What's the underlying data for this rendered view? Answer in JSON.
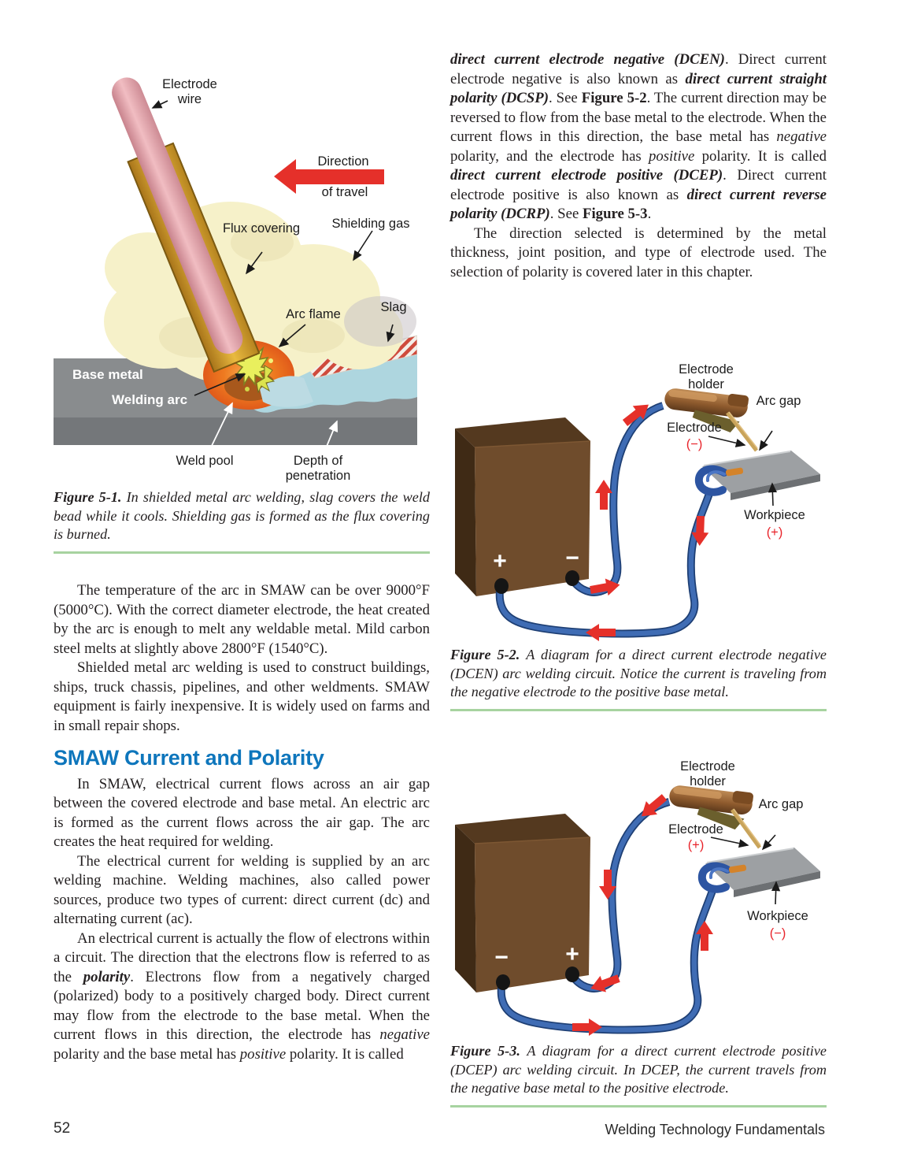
{
  "colors": {
    "heading_blue": "#0e76bc",
    "rule_green": "#a7d3a0",
    "label_red": "#e8242b",
    "arrow_red": "#e5302a",
    "text": "#231f20"
  },
  "left_column": {
    "para1": "The temperature of the arc in SMAW can be over 9000°F (5000°C). With the correct diameter electrode, the heat created by the arc is enough to melt any weldable metal. Mild carbon steel melts at slightly above 2800°F (1540°C).",
    "para2": "Shielded metal arc welding is used to construct buildings, ships, truck chassis, pipelines, and other weldments. SMAW equipment is fairly inexpensive. It is widely used on farms and in small repair shops.",
    "heading": "SMAW Current and Polarity",
    "para3": "In SMAW, electrical current flows across an air gap between the covered electrode and base metal. An electric arc is formed as the current flows across the air gap. The arc creates the heat required for welding.",
    "para4": "The electrical current for welding is supplied by an arc welding machine. Welding machines, also called power sources, produce two types of current: direct current (dc) and alternating current (ac).",
    "para5": [
      {
        "s": "n",
        "t": "An electrical current is actually the flow of electrons within a circuit. The direction that the electrons flow is referred to as the "
      },
      {
        "s": "bi",
        "t": "polarity"
      },
      {
        "s": "n",
        "t": ". Electrons flow from a negatively charged (polarized) body to a positively charged body. Direct current may flow from the electrode to the base metal. When the current flows in this direction, the electrode has "
      },
      {
        "s": "i",
        "t": "negative"
      },
      {
        "s": "n",
        "t": " polarity and the base metal has "
      },
      {
        "s": "i",
        "t": "positive"
      },
      {
        "s": "n",
        "t": " polarity. It is called"
      }
    ]
  },
  "right_column": {
    "para1": [
      {
        "s": "bi",
        "t": "direct current electrode negative (DCEN)"
      },
      {
        "s": "n",
        "t": ". Direct current electrode negative is also known as "
      },
      {
        "s": "bi",
        "t": "direct current straight polarity (DCSP)"
      },
      {
        "s": "n",
        "t": ". See "
      },
      {
        "s": "b",
        "t": "Figure 5-2"
      },
      {
        "s": "n",
        "t": ". The current direction may be reversed to flow from the base metal to the electrode. When the current flows in this direction, the base metal has "
      },
      {
        "s": "i",
        "t": "negative"
      },
      {
        "s": "n",
        "t": " polarity, and the electrode has "
      },
      {
        "s": "i",
        "t": "positive"
      },
      {
        "s": "n",
        "t": " polarity. It is called "
      },
      {
        "s": "bi",
        "t": "direct current electrode positive (DCEP)"
      },
      {
        "s": "n",
        "t": ". Direct current electrode positive is also known as "
      },
      {
        "s": "bi",
        "t": "direct current reverse polarity (DCRP)"
      },
      {
        "s": "n",
        "t": ". See "
      },
      {
        "s": "b",
        "t": "Figure 5-3"
      },
      {
        "s": "n",
        "t": "."
      }
    ],
    "para2": "The direction selected is determined by the metal thickness, joint position, and type of electrode used. The selection of polarity is covered later in this chapter."
  },
  "figure1": {
    "labels": {
      "electrode_wire": "Electrode wire",
      "direction": "Direction",
      "of_travel": "of travel",
      "flux_covering": "Flux covering",
      "shielding_gas": "Shielding gas",
      "arc_flame": "Arc flame",
      "slag": "Slag",
      "base_metal": "Base metal",
      "welding_arc": "Welding arc",
      "weld_pool": "Weld pool",
      "depth_of_penetration": "Depth of penetration"
    },
    "caption": [
      {
        "s": "bi",
        "t": "Figure 5-1. "
      },
      {
        "s": "i",
        "t": "In shielded metal arc welding, slag covers the weld bead while it cools. Shielding gas is formed as the flux covering is burned."
      }
    ]
  },
  "figure2": {
    "labels": {
      "electrode_holder": "Electrode holder",
      "arc_gap": "Arc gap",
      "electrode": "Electrode",
      "electrode_polarity": "(−)",
      "workpiece": "Workpiece",
      "workpiece_polarity": "(+)",
      "terminal_left": "+",
      "terminal_right": "−"
    },
    "caption": [
      {
        "s": "bi",
        "t": "Figure 5-2. "
      },
      {
        "s": "i",
        "t": "A diagram for a direct current electrode negative (DCEN) arc welding circuit. Notice the current is traveling from the negative electrode to the positive base metal."
      }
    ]
  },
  "figure3": {
    "labels": {
      "electrode_holder": "Electrode holder",
      "arc_gap": "Arc gap",
      "electrode": "Electrode",
      "electrode_polarity": "(+)",
      "workpiece": "Workpiece",
      "workpiece_polarity": "(−)",
      "terminal_left": "−",
      "terminal_right": "+"
    },
    "caption": [
      {
        "s": "bi",
        "t": "Figure 5-3. "
      },
      {
        "s": "i",
        "t": "A diagram for a direct current electrode positive (DCEP) arc welding circuit. In DCEP, the current travels from the negative base metal to the positive electrode."
      }
    ]
  },
  "footer": {
    "page_number": "52",
    "book_title": "Welding Technology Fundamentals"
  }
}
